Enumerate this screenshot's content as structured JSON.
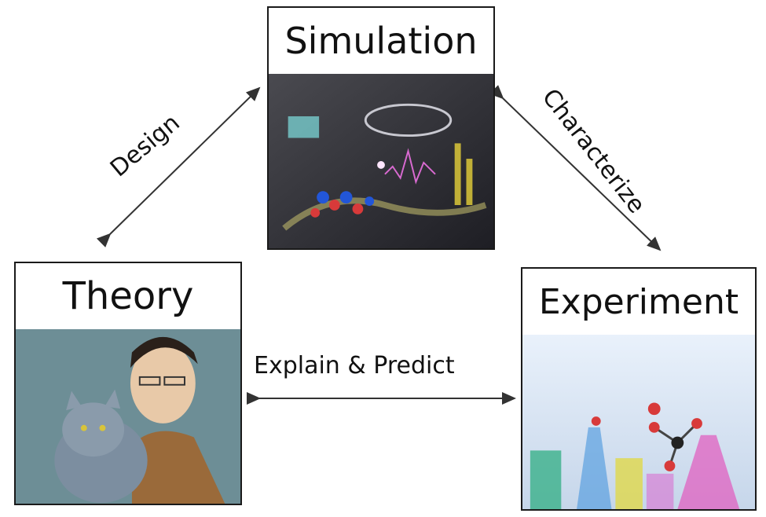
{
  "nodes": {
    "simulation": {
      "label": "Simulation"
    },
    "theory": {
      "label": "Theory"
    },
    "experiment": {
      "label": "Experiment"
    }
  },
  "edges": {
    "design": {
      "label": "Design"
    },
    "characterize": {
      "label": "Characterize"
    },
    "explain_predict": {
      "label": "Explain & Predict"
    }
  },
  "colors": {
    "arrow": "#333333",
    "theory_bg": "#6d8e96",
    "sim_bg": "#2b2b30",
    "exp_bg": "#dfe9f5"
  }
}
